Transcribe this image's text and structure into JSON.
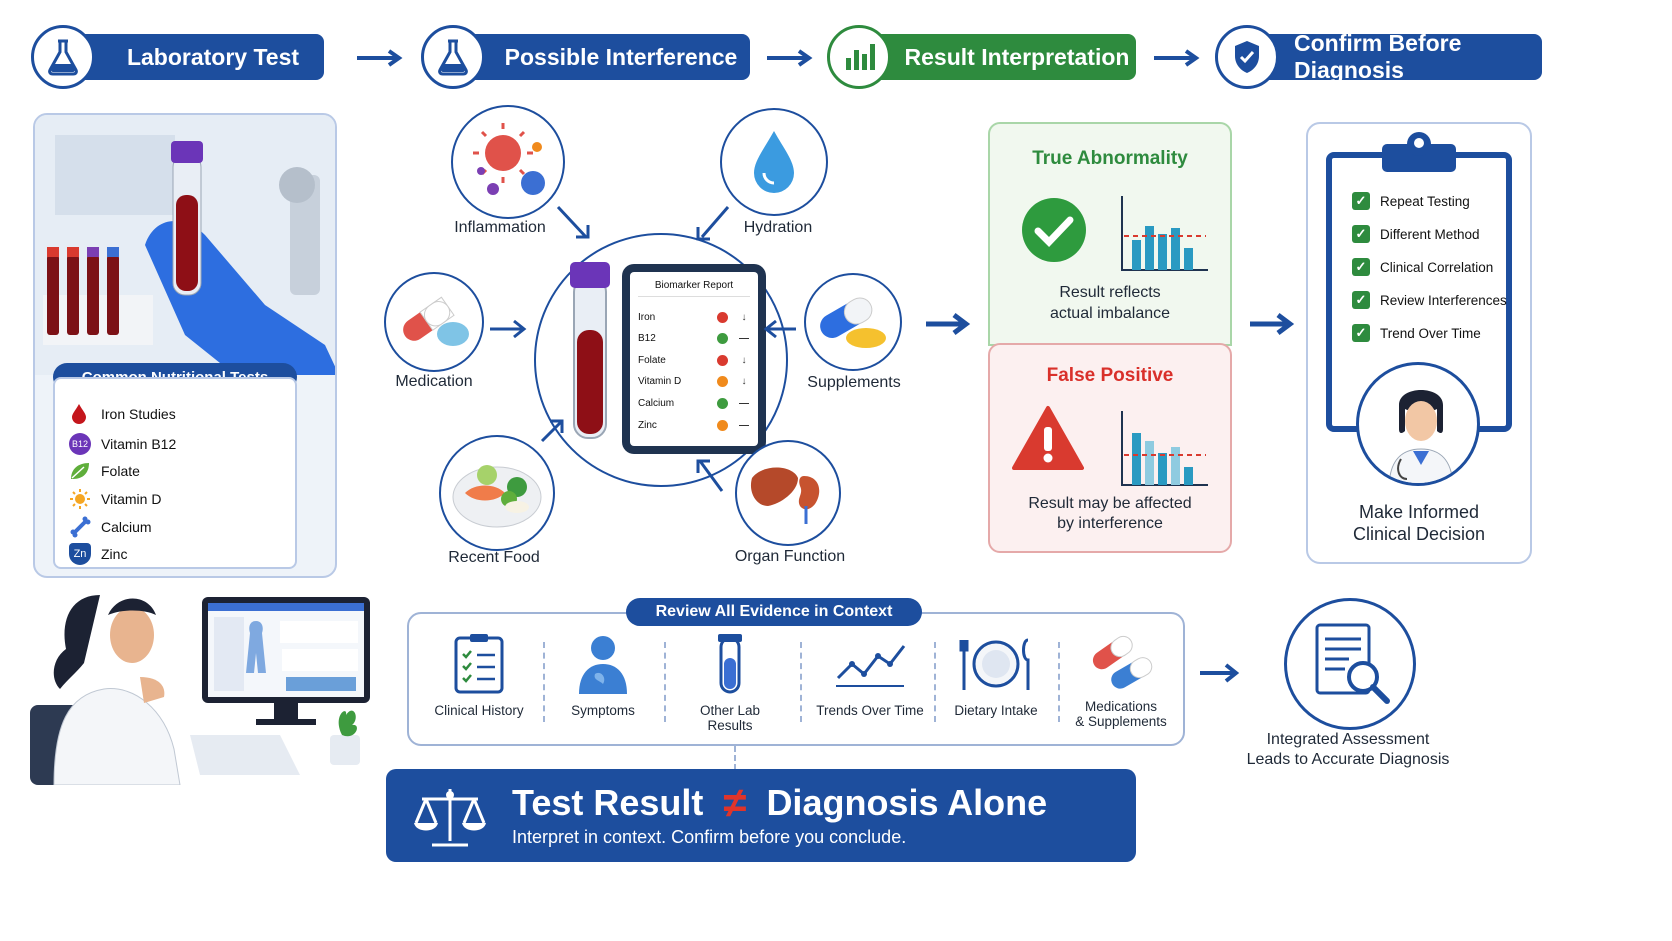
{
  "steps": [
    {
      "label": "Laboratory Test",
      "icon": "flask-icon"
    },
    {
      "label": "Possible Interference",
      "icon": "flask-icon"
    },
    {
      "label": "Result Interpretation",
      "icon": "bar-chart-icon"
    },
    {
      "label": "Confirm Before Diagnosis",
      "icon": "shield-check-icon"
    }
  ],
  "common_tests": {
    "title": "Common Nutritional Tests",
    "items": [
      "Iron Studies",
      "Vitamin B12",
      "Folate",
      "Vitamin D",
      "Calcium",
      "Zinc"
    ],
    "badges": {
      "b12": "B12",
      "zn": "Zn"
    }
  },
  "factors": {
    "inflammation": "Inflammation",
    "hydration": "Hydration",
    "medication": "Medication",
    "supplements": "Supplements",
    "recent_food": "Recent Food",
    "organ_function": "Organ Function"
  },
  "report": {
    "title": "Biomarker Report",
    "rows": [
      {
        "name": "Iron",
        "status_color": "#d93a2f",
        "trend": "↓"
      },
      {
        "name": "B12",
        "status_color": "#3e9b3f",
        "trend": "—"
      },
      {
        "name": "Folate",
        "status_color": "#d93a2f",
        "trend": "↓"
      },
      {
        "name": "Vitamin D",
        "status_color": "#f08a1c",
        "trend": "↓"
      },
      {
        "name": "Calcium",
        "status_color": "#3e9b3f",
        "trend": "—"
      },
      {
        "name": "Zinc",
        "status_color": "#f08a1c",
        "trend": "—"
      }
    ]
  },
  "true_abnormality": {
    "title": "True Abnormality",
    "text1": "Result reflects",
    "text2": "actual imbalance"
  },
  "false_positive": {
    "title": "False Positive",
    "text1": "Result may be affected",
    "text2": "by interference"
  },
  "checklist": {
    "items": [
      "Repeat Testing",
      "Different Method",
      "Clinical Correlation",
      "Review Interferences",
      "Trend Over Time"
    ],
    "decision1": "Make Informed",
    "decision2": "Clinical Decision"
  },
  "evidence": {
    "title": "Review All Evidence in Context",
    "items": [
      {
        "l1": "Clinical History",
        "l2": ""
      },
      {
        "l1": "Symptoms",
        "l2": ""
      },
      {
        "l1": "Other Lab",
        "l2": "Results"
      },
      {
        "l1": "Trends Over Time",
        "l2": ""
      },
      {
        "l1": "Dietary Intake",
        "l2": ""
      },
      {
        "l1": "Medications",
        "l2": "& Supplements"
      }
    ]
  },
  "assessment": {
    "line1": "Integrated Assessment",
    "line2": "Leads to Accurate Diagnosis"
  },
  "banner": {
    "left": "Test Result",
    "neq": "≠",
    "right": "Diagnosis Alone",
    "subtitle": "Interpret in context. Confirm before you conclude."
  },
  "colors": {
    "primary": "#1d4e9e",
    "green": "#2e8b3e",
    "red": "#d93a2f",
    "orange": "#f08a1c"
  }
}
